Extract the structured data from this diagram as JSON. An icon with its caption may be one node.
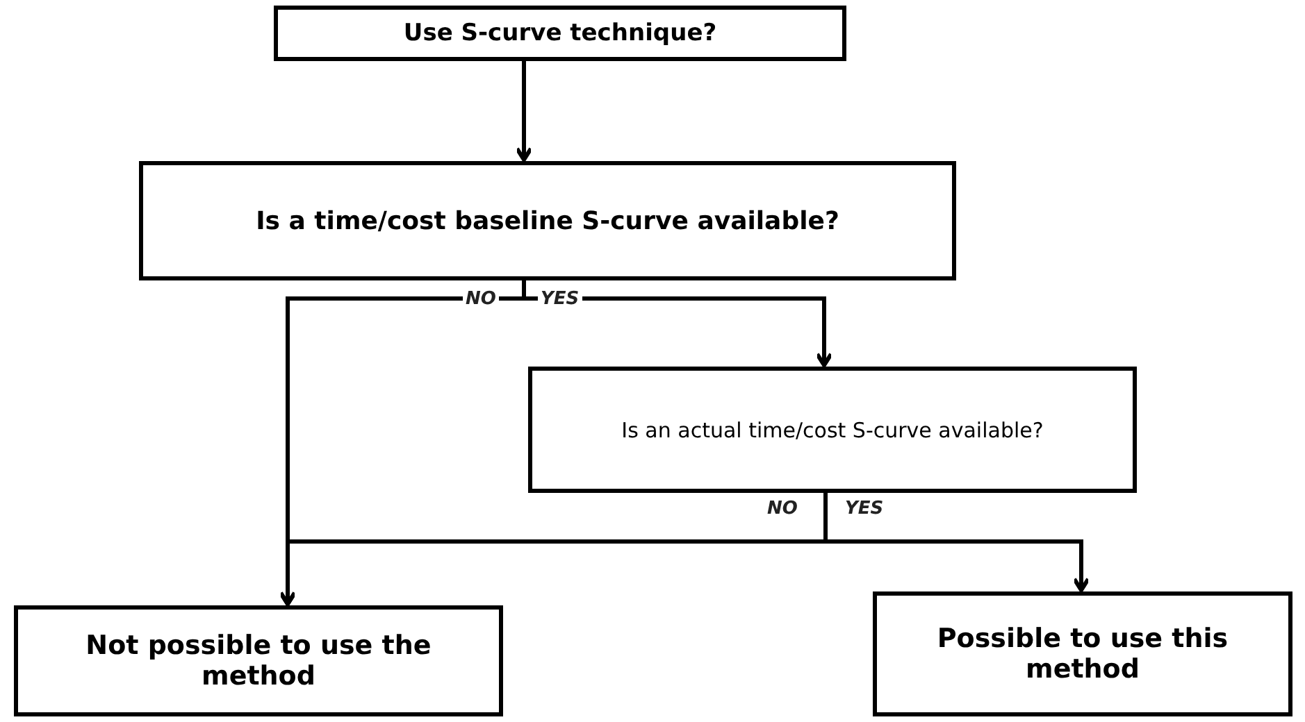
{
  "diagram": {
    "nodes": [
      {
        "text": [
          "Use S-curve technique?"
        ]
      },
      {
        "text": [
          "Is a time/cost baseline S-curve available?"
        ]
      },
      {
        "text": [
          "Is an actual time/cost S-curve available?"
        ]
      },
      {
        "text": [
          "Not possible to use the method"
        ]
      },
      {
        "text": [
          "Possible to use this method"
        ]
      }
    ],
    "edges": [
      {
        "from": 0,
        "to": 1,
        "arrow": "to"
      },
      {
        "from": 1,
        "to": 3,
        "arrow": "to",
        "label": "NO"
      },
      {
        "from": 1,
        "to": 2,
        "arrow": "to",
        "label": "YES"
      },
      {
        "from": 2,
        "to": 3,
        "arrow": "to",
        "label": "NO"
      },
      {
        "from": 2,
        "to": 4,
        "arrow": "to",
        "label": "YES"
      }
    ]
  }
}
